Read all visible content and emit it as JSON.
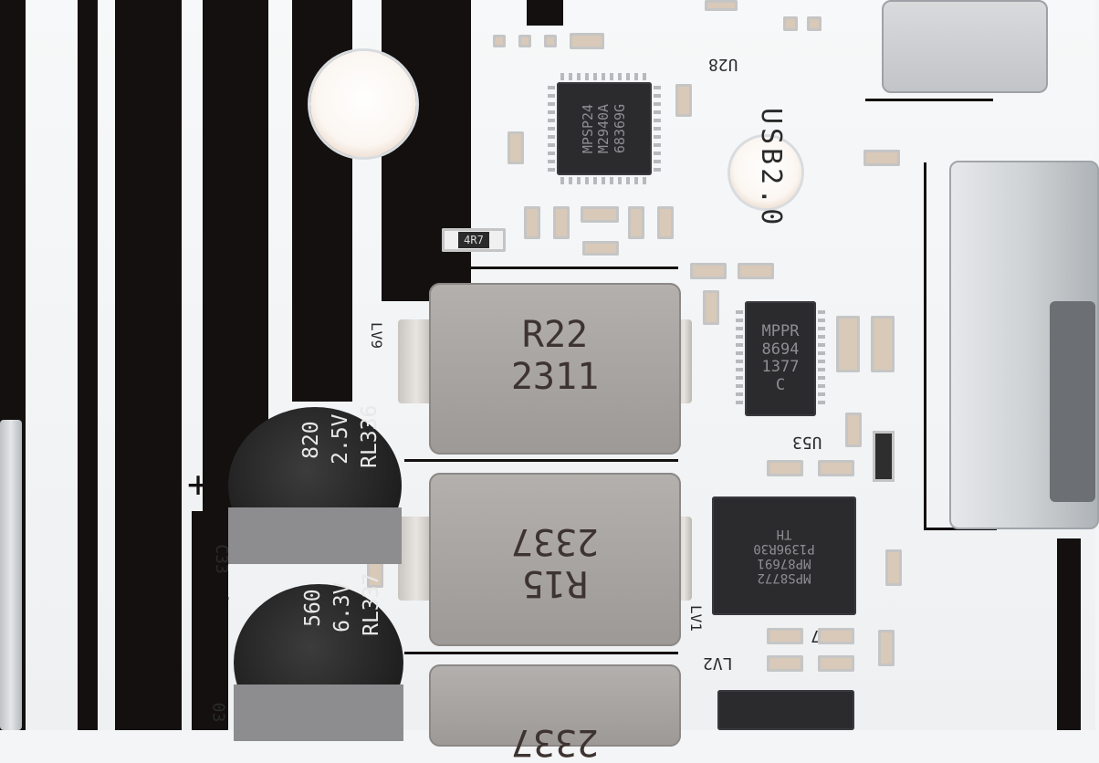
{
  "image": {
    "subject": "Close-up of a white motherboard VRM and USB 2.0 area",
    "colors": {
      "pcb": "#f4f5f6",
      "trace": "#141010",
      "ic": "#2b2b2e",
      "choke": "#a8a4a1",
      "capacitor": "#1f1f1f"
    }
  },
  "silkscreen": {
    "usb": "USB2.0",
    "u28": "U28",
    "u53": "U53",
    "u27": "U27",
    "lv9": "LV9",
    "lv1": "LV1",
    "lv2": "LV2",
    "c33": "C33",
    "c03": "03"
  },
  "chips": {
    "mpsp24": [
      "MPSP24",
      "M2940A",
      "68369G"
    ],
    "mppr": [
      "MPPR",
      "8694",
      "1377",
      "C"
    ],
    "mps_lower": [
      "MPS8772",
      "MP87691",
      "P1396R30",
      "TH"
    ]
  },
  "resistor_small": "4R7",
  "chokes": {
    "top": [
      "R22",
      "2311"
    ],
    "middle": [
      "2337",
      "R15"
    ],
    "bottom": [
      "2337"
    ]
  },
  "capacitors": {
    "upper": [
      "820",
      "2.5V",
      "RL336"
    ],
    "lower": [
      "560",
      "6.3V",
      "RL337"
    ]
  }
}
